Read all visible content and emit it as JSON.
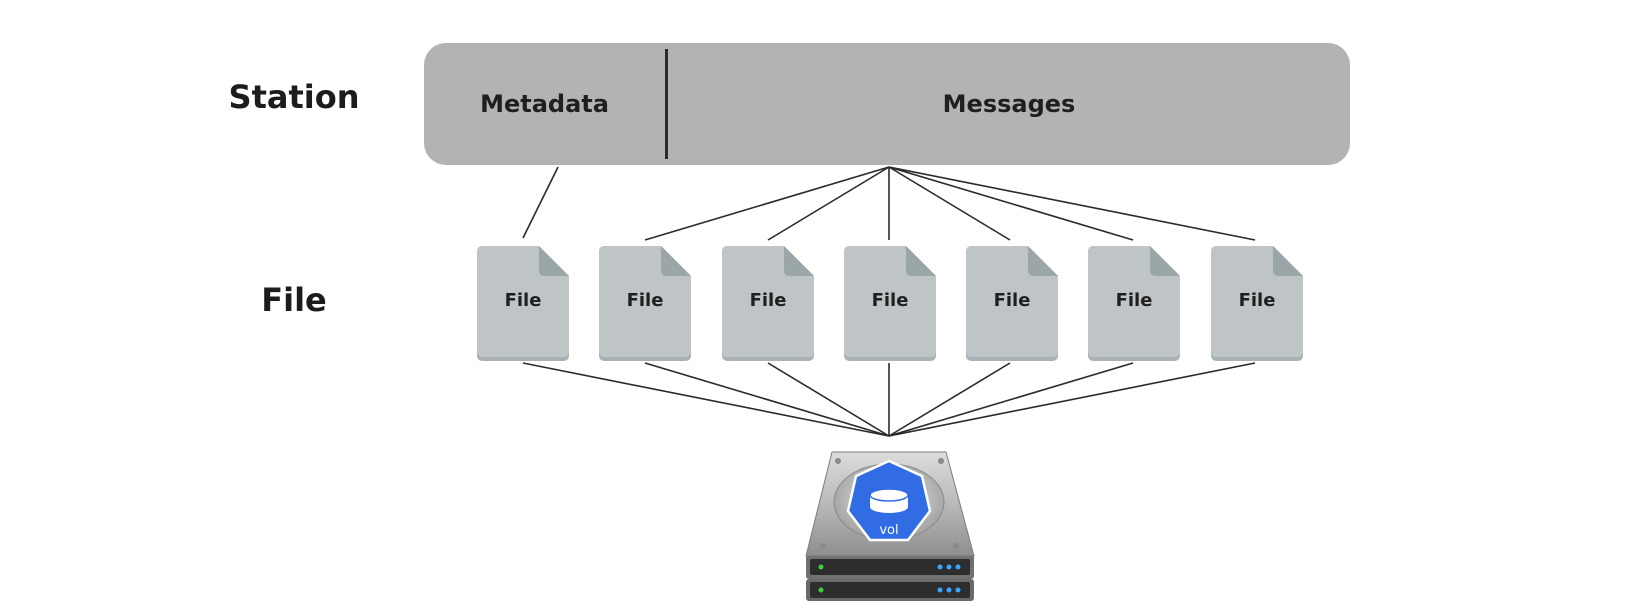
{
  "rows": {
    "station": "Station",
    "file": "File"
  },
  "station": {
    "metadata": "Metadata",
    "messages": "Messages"
  },
  "files": [
    {
      "label": "File"
    },
    {
      "label": "File"
    },
    {
      "label": "File"
    },
    {
      "label": "File"
    },
    {
      "label": "File"
    },
    {
      "label": "File"
    },
    {
      "label": "File"
    }
  ],
  "volume": {
    "label": "vol",
    "icon": "volume-drive-icon",
    "accent_color": "#326ce5"
  },
  "colors": {
    "station_bar": "#b3b3b3",
    "file_body": "#bfc4c7",
    "file_fold": "#9aa6a8"
  }
}
